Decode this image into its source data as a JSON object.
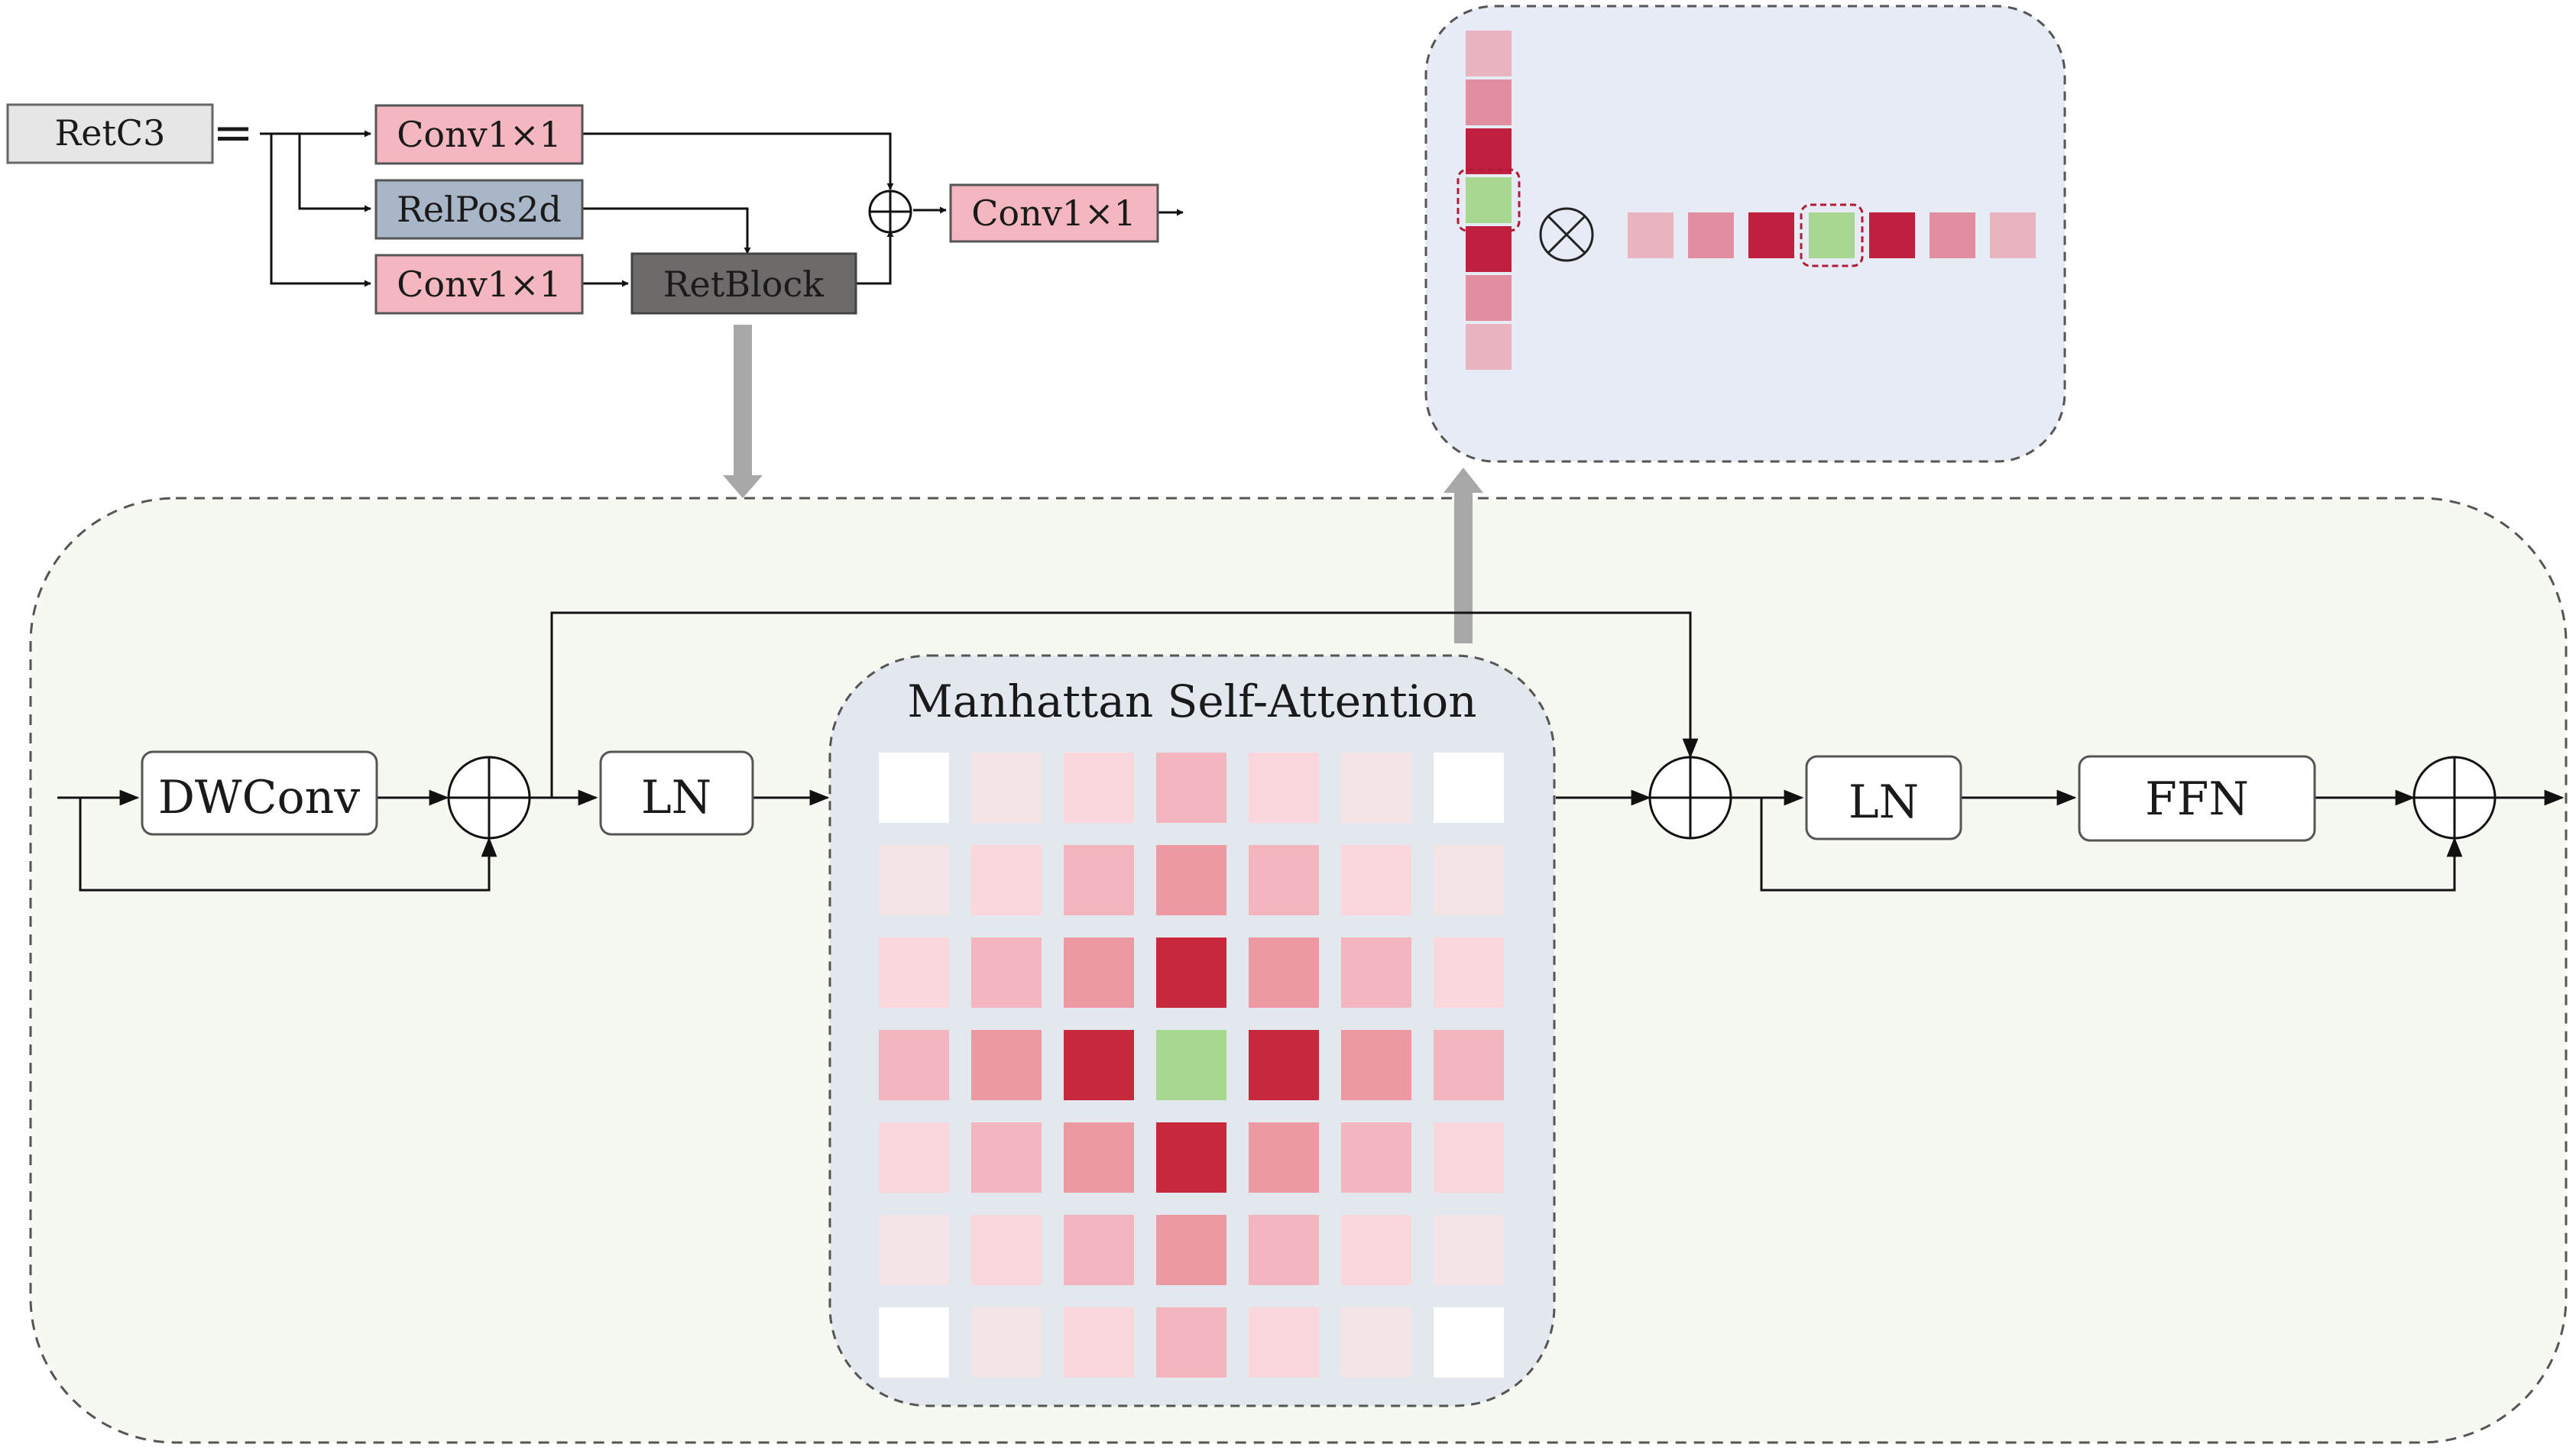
{
  "retc3": {
    "label": "RetC3",
    "equals": "=",
    "conv_top": "Conv1×1",
    "relpos": "RelPos2d",
    "conv_bottom": "Conv1×1",
    "retblock": "RetBlock",
    "conv_out": "Conv1×1"
  },
  "retblock_detail": {
    "dwconv": "DWConv",
    "ln1": "LN",
    "mhsa_title": "Manhattan Self-Attention",
    "ln2": "LN",
    "ffn": "FFN"
  },
  "attention_grid": {
    "size": 7,
    "center_color": "#a8d890",
    "levels": [
      [
        0,
        1,
        2,
        3,
        2,
        1,
        0
      ],
      [
        1,
        2,
        3,
        4,
        3,
        2,
        1
      ],
      [
        2,
        3,
        4,
        6,
        4,
        3,
        2
      ],
      [
        3,
        4,
        6,
        -1,
        6,
        4,
        3
      ],
      [
        2,
        3,
        4,
        6,
        4,
        3,
        2
      ],
      [
        1,
        2,
        3,
        4,
        3,
        2,
        1
      ],
      [
        0,
        1,
        2,
        3,
        2,
        1,
        0
      ]
    ],
    "palette": [
      "#fefefe",
      "#f4e4e6",
      "#f9d7dc",
      "#f3b6bf",
      "#ec99a3",
      "#e07c8a",
      "#c8283b"
    ]
  },
  "decomposed": {
    "operator": "⊗",
    "column_levels": [
      2,
      3,
      6,
      -1,
      6,
      3,
      2
    ],
    "row_levels": [
      2,
      3,
      6,
      -1,
      6,
      3,
      2
    ],
    "palette": [
      "#fefefe",
      "#f4e4e6",
      "#e9b3c0",
      "#e08ea0",
      "#ec99a3",
      "#e07c8a",
      "#c01f40"
    ],
    "center_color": "#a8d890"
  },
  "colors": {
    "conv_fill": "#f4b7c0",
    "relpos_fill": "#a9b6c8",
    "retblock_fill": "#6f6a6a",
    "retc3_fill": "#e6e6e6",
    "outer_panel": "#f6f9f1",
    "mhsa_panel": "#e3e8ef",
    "decomp_panel": "#e7ebf6",
    "arrow_gray": "#a8a8a8"
  }
}
